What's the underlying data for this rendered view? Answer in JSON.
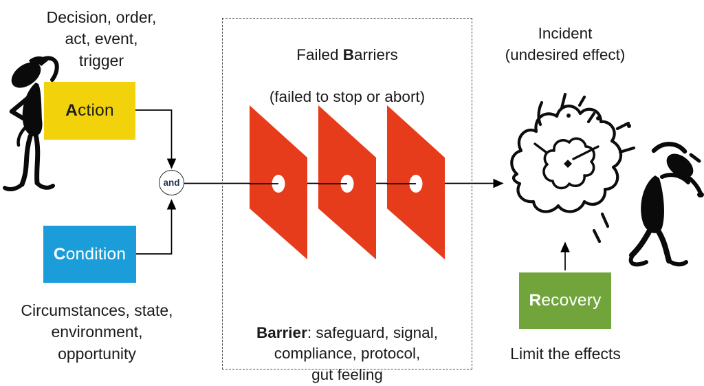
{
  "diagram": {
    "left": {
      "event_note": "Decision, order,\nact, event,\ntrigger",
      "action_label": {
        "bold": "A",
        "rest": "ction"
      },
      "condition_label": {
        "bold": "C",
        "rest": "ondition"
      },
      "condition_note": "Circumstances, state,\nenvironment,\nopportunity",
      "and_label": "and"
    },
    "center": {
      "title_pre": "Failed ",
      "title_bold": "B",
      "title_rest": "arriers",
      "subtitle": "(failed to stop or abort)",
      "note_bold": "Barrier",
      "note_rest": ": safeguard, signal,\ncompliance, protocol,\ngut feeling",
      "barrier_count": 3
    },
    "right": {
      "incident_note": "Incident\n(undesired effect)",
      "recovery_label": {
        "bold": "R",
        "rest": "ecovery"
      },
      "recovery_note": "Limit the effects"
    },
    "colors": {
      "action": "#F2D20A",
      "condition": "#1B9DD9",
      "barrier": "#E73C1B",
      "recovery": "#71A53C",
      "text": "#1A1A1A",
      "and_text": "#1F3250",
      "line": "#000000"
    }
  }
}
